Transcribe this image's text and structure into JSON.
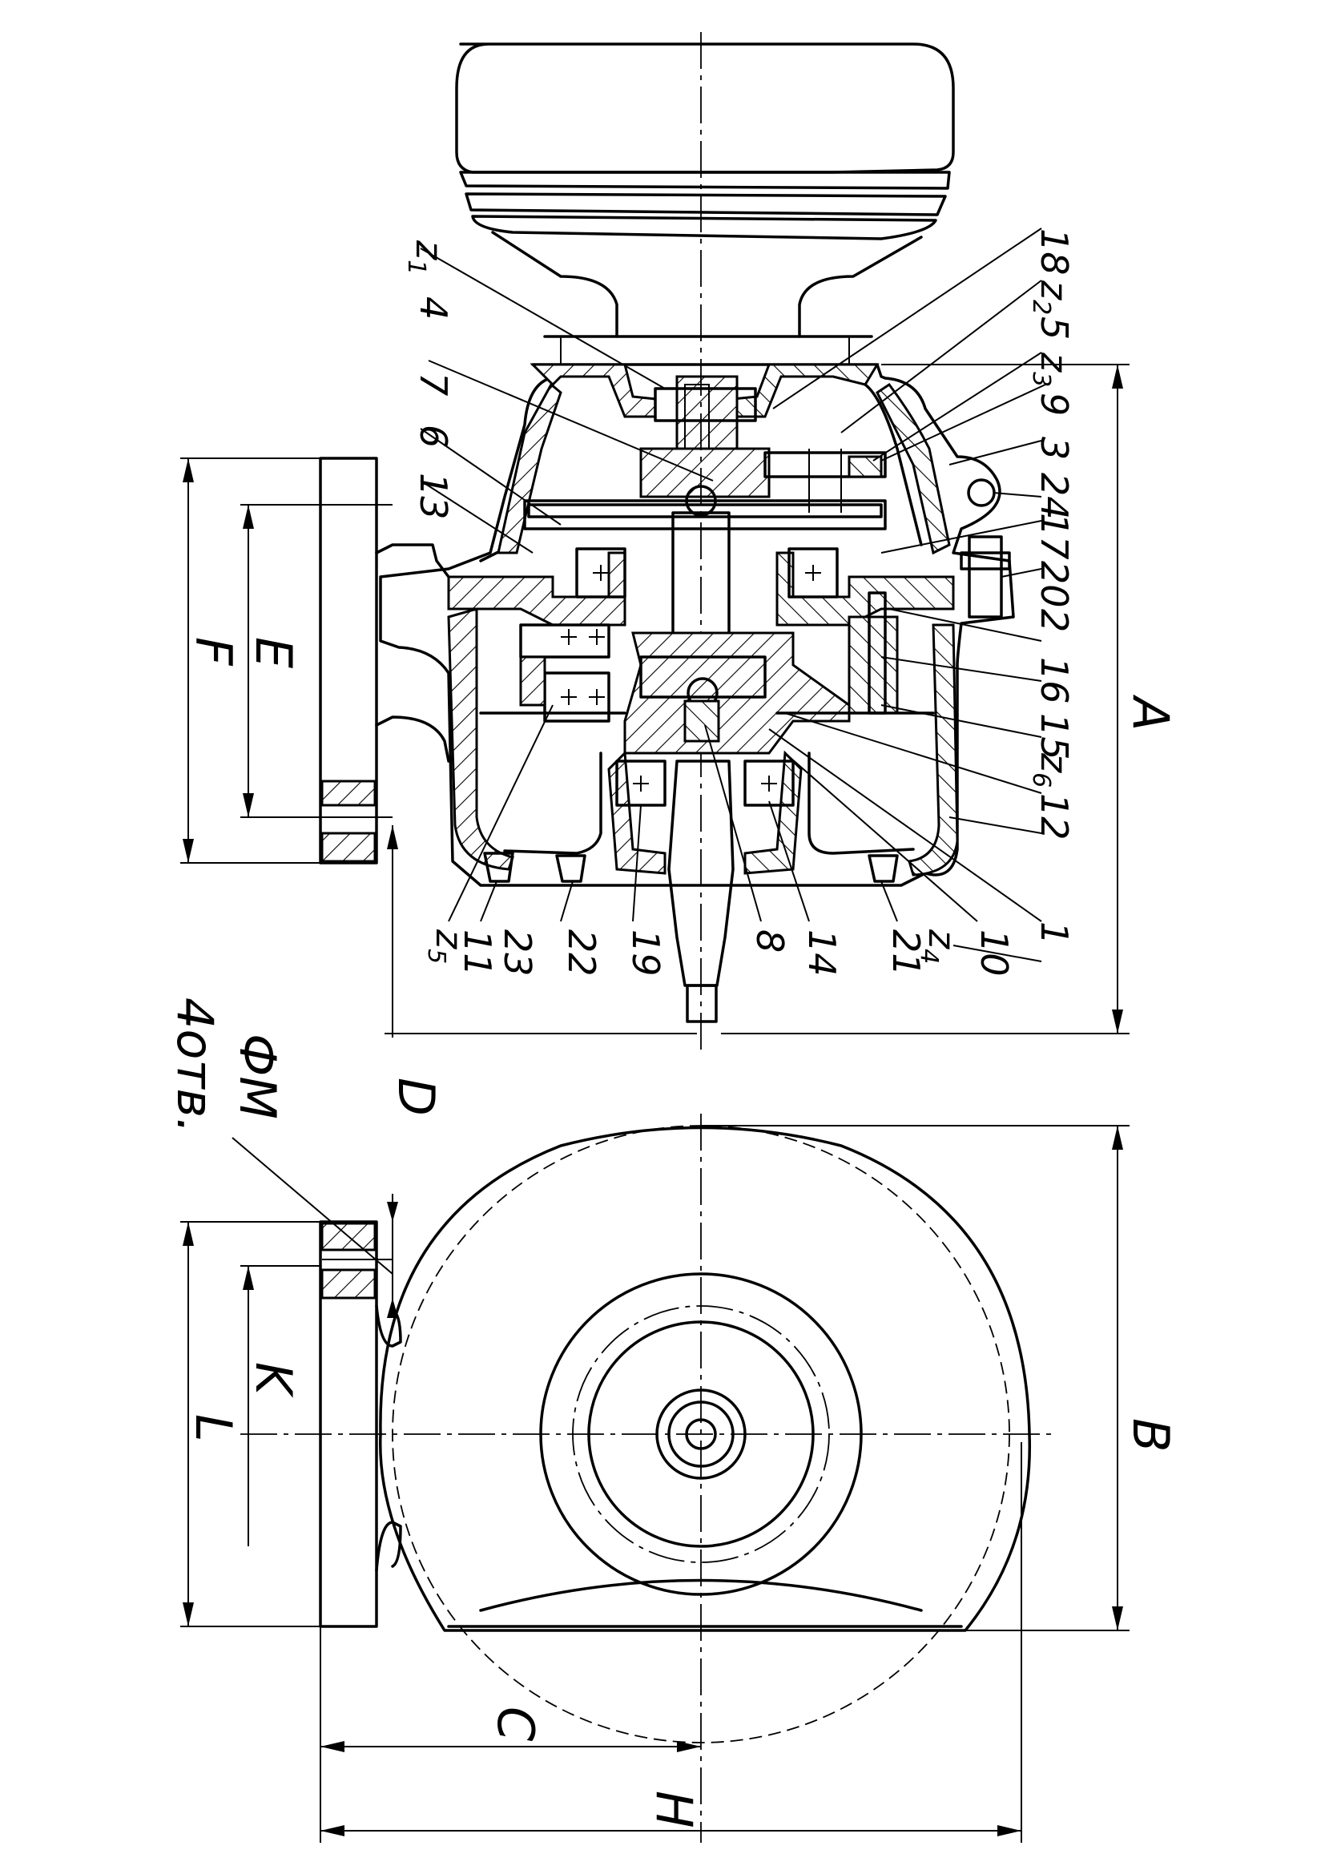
{
  "callouts_top": [
    {
      "id": "z1",
      "text": "z",
      "sub": "1"
    },
    {
      "id": "p4",
      "text": "4"
    },
    {
      "id": "p7",
      "text": "7"
    },
    {
      "id": "p6",
      "text": "6"
    },
    {
      "id": "p13",
      "text": "13"
    },
    {
      "id": "p18",
      "text": "18"
    },
    {
      "id": "z2",
      "text": "z",
      "sub": "2"
    },
    {
      "id": "p5",
      "text": "5"
    },
    {
      "id": "z3",
      "text": "z",
      "sub": "3"
    },
    {
      "id": "p9",
      "text": "9"
    },
    {
      "id": "p3",
      "text": "3"
    },
    {
      "id": "p24",
      "text": "24"
    },
    {
      "id": "p17",
      "text": "17"
    },
    {
      "id": "p20",
      "text": "20"
    },
    {
      "id": "p2",
      "text": "2"
    },
    {
      "id": "p16",
      "text": "16"
    },
    {
      "id": "p15",
      "text": "15"
    },
    {
      "id": "z6",
      "text": "z",
      "sub": "6"
    },
    {
      "id": "p12",
      "text": "12"
    },
    {
      "id": "p1",
      "text": "1"
    }
  ],
  "callouts_bottom": [
    {
      "id": "z5",
      "text": "z",
      "sub": "5"
    },
    {
      "id": "p11",
      "text": "11"
    },
    {
      "id": "p23",
      "text": "23"
    },
    {
      "id": "p22",
      "text": "22"
    },
    {
      "id": "p19",
      "text": "19"
    },
    {
      "id": "p8",
      "text": "8"
    },
    {
      "id": "p14",
      "text": "14"
    },
    {
      "id": "p21",
      "text": "21"
    },
    {
      "id": "z4",
      "text": "z",
      "sub": "4"
    },
    {
      "id": "p10",
      "text": "10"
    }
  ],
  "dimensions": {
    "A": "A",
    "B": "B",
    "C": "C",
    "D": "D",
    "E": "E",
    "F": "F",
    "H": "H",
    "K": "K",
    "L": "L"
  },
  "hole_note": {
    "diameter": "ФM",
    "count": "4отв."
  }
}
